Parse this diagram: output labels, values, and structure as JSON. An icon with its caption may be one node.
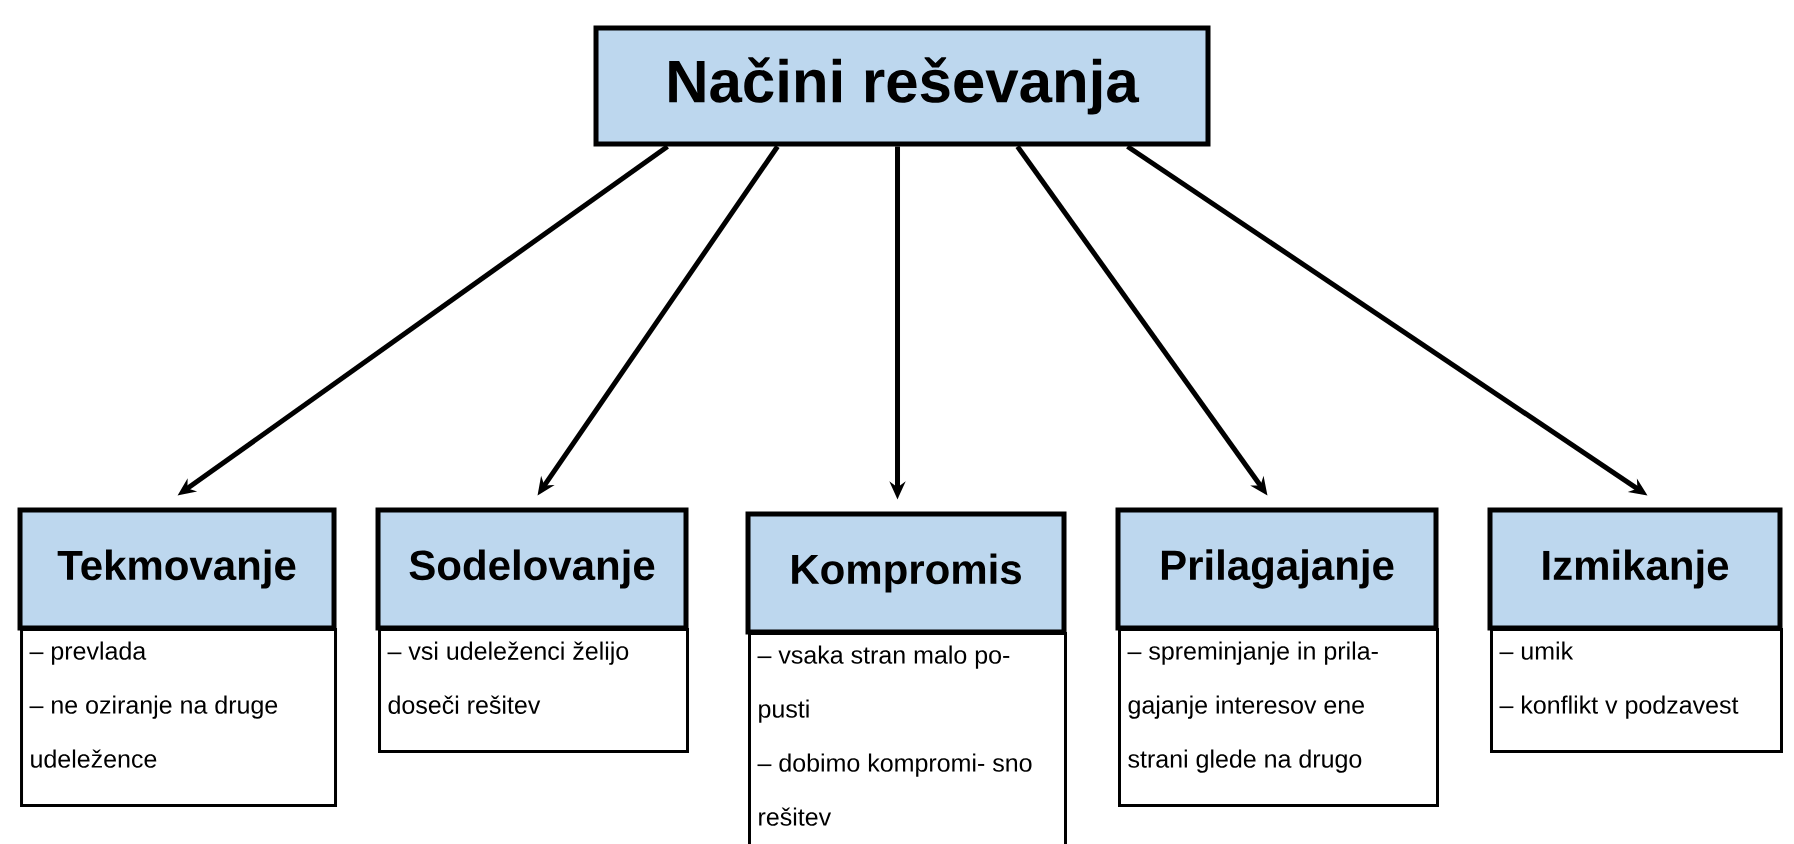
{
  "diagram": {
    "nodes": [
      {
        "text": [
          "Načini reševanja"
        ]
      },
      {
        "text": [
          "Tekmovanje"
        ]
      },
      {
        "text": [
          "– prevlada",
          "– ne oziranje na druge udeležence"
        ]
      },
      {
        "text": [
          "Sodelovanje"
        ]
      },
      {
        "text": [
          "– vsi udeleženci želijo doseči rešitev"
        ]
      },
      {
        "text": [
          "Kompromis"
        ]
      },
      {
        "text": [
          "– vsaka stran malo po- pusti",
          "– dobimo kompromi- sno rešitev"
        ]
      },
      {
        "text": [
          "Prilagajanje"
        ]
      },
      {
        "text": [
          "– spreminjanje in prila- gajanje interesov ene strani glede na drugo"
        ]
      },
      {
        "text": [
          "Izmikanje"
        ]
      },
      {
        "text": [
          "– umik",
          "– konflikt v podzavest"
        ]
      }
    ],
    "edges": [
      {
        "from": 0,
        "to": 1,
        "arrow": "to"
      },
      {
        "from": 0,
        "to": 3,
        "arrow": "to"
      },
      {
        "from": 0,
        "to": 5,
        "arrow": "to"
      },
      {
        "from": 0,
        "to": 7,
        "arrow": "to"
      },
      {
        "from": 0,
        "to": 9,
        "arrow": "to"
      }
    ]
  }
}
